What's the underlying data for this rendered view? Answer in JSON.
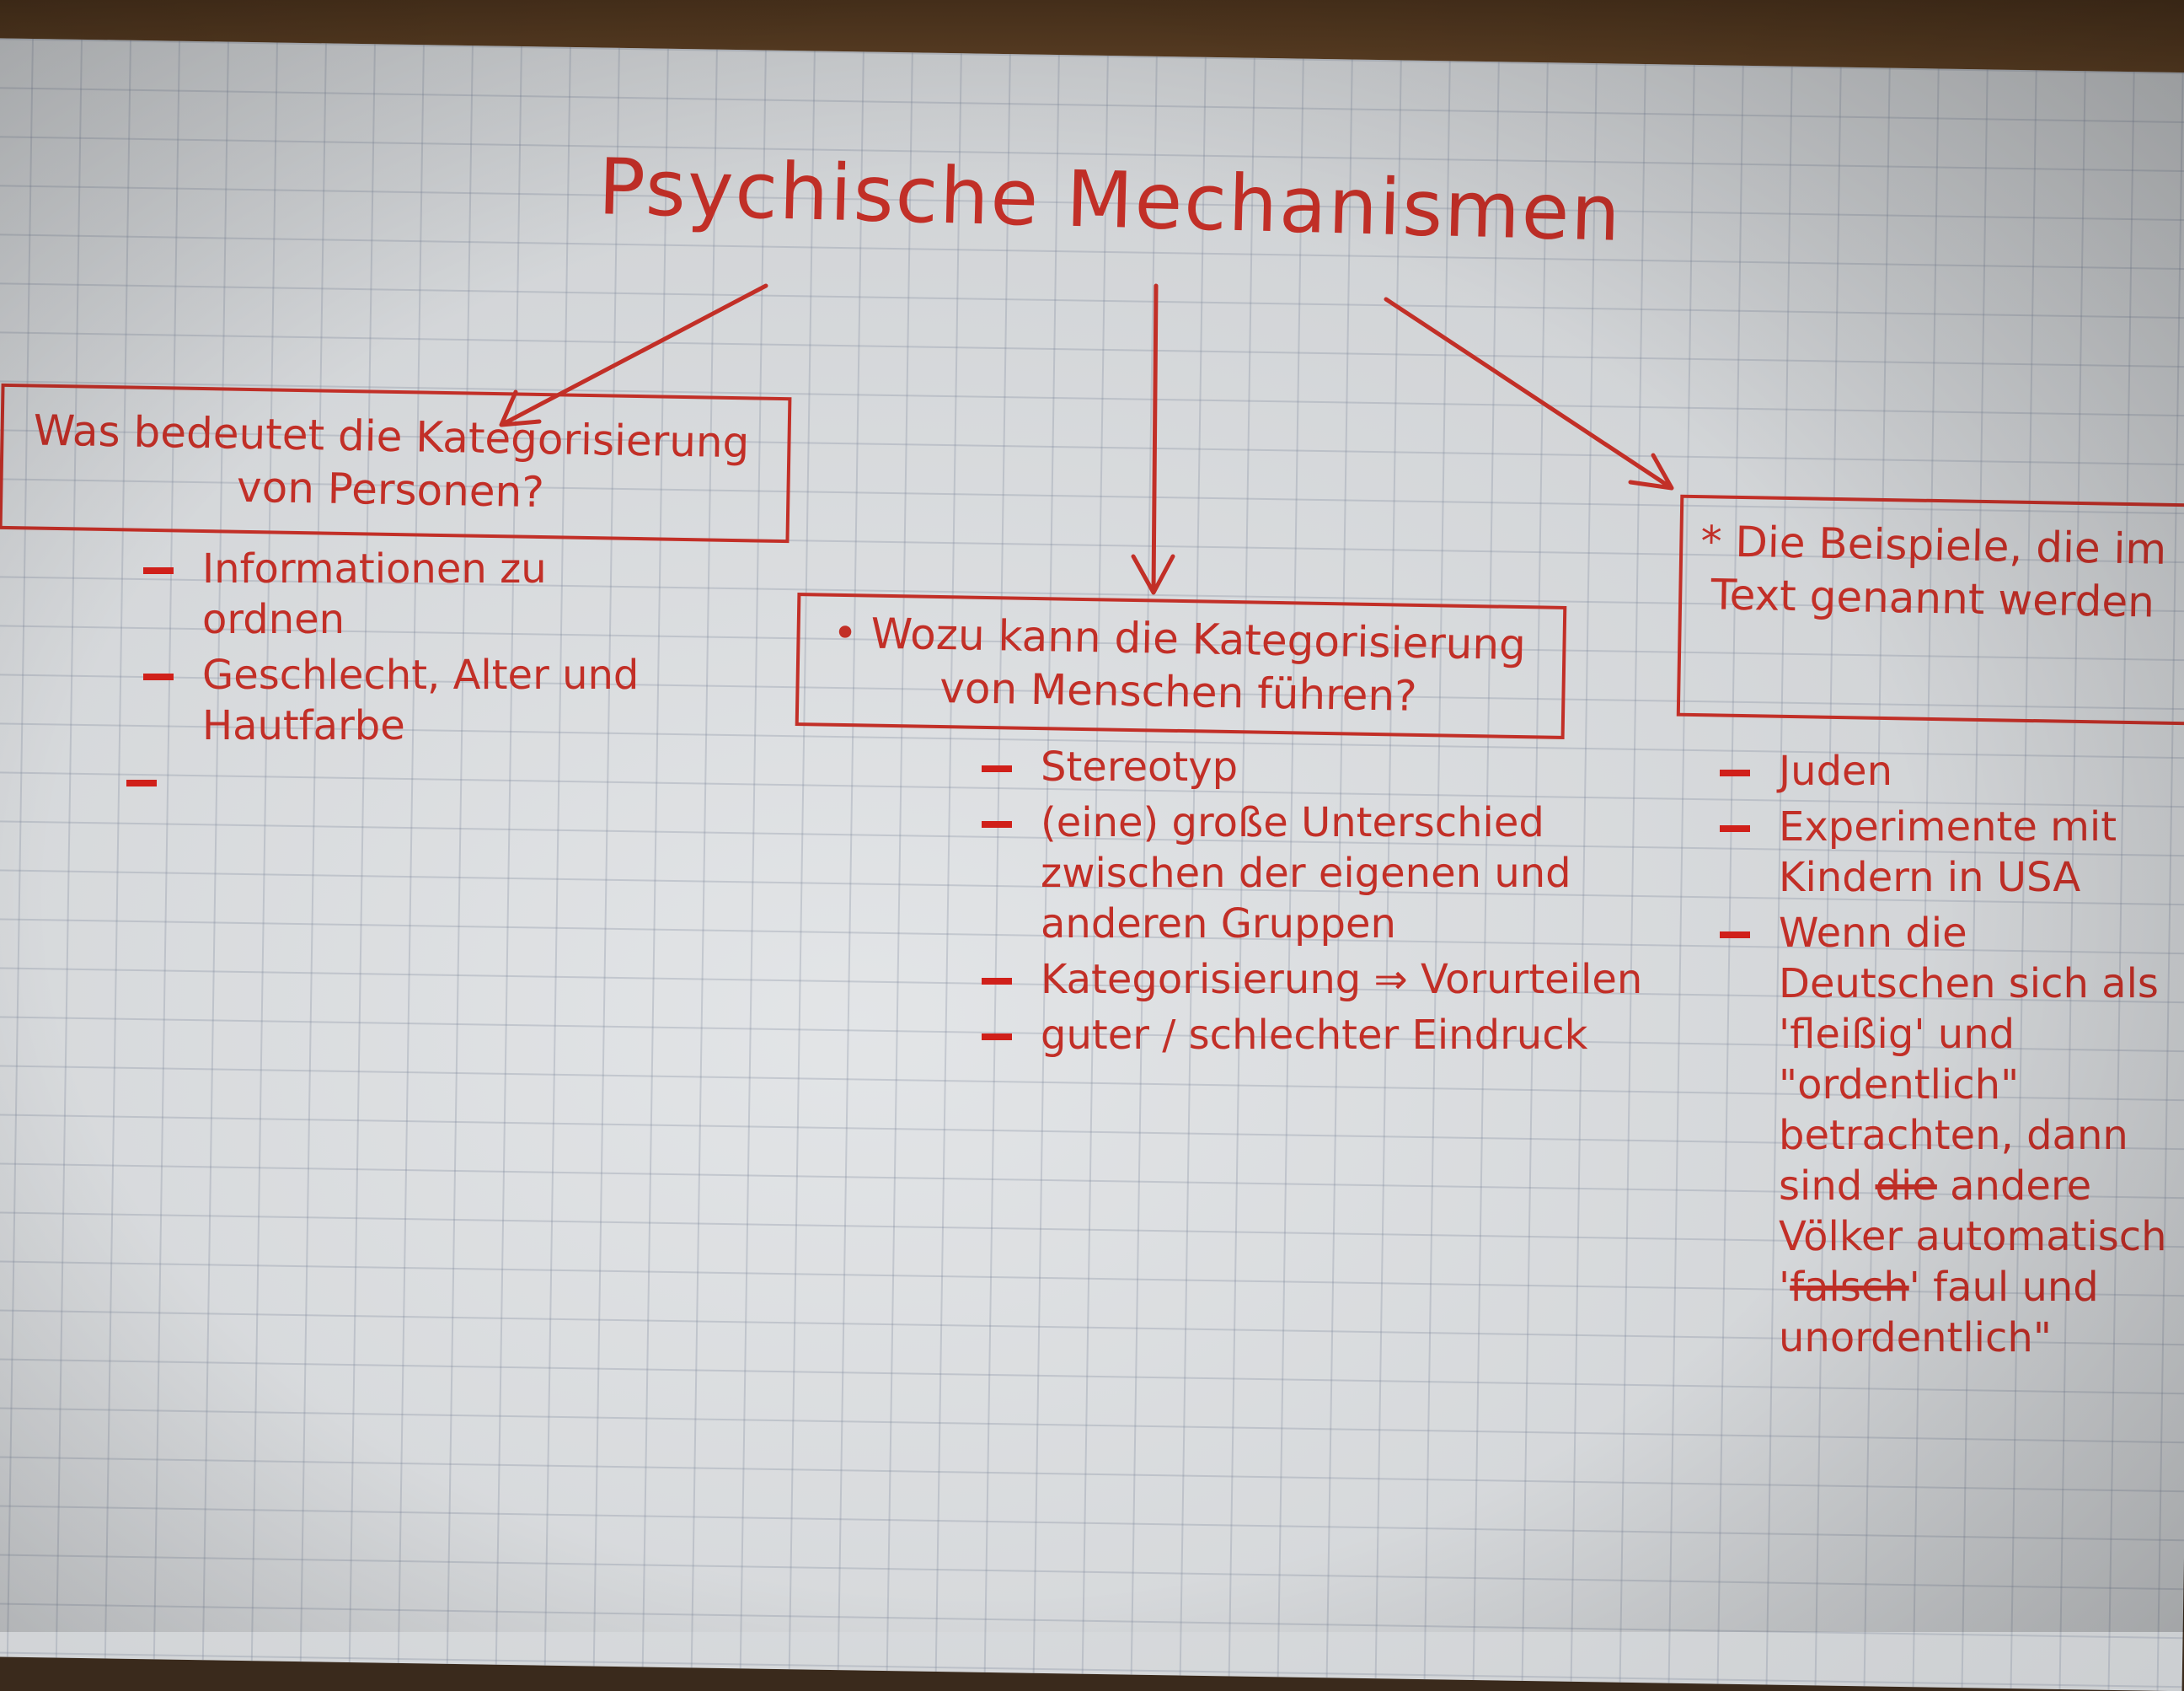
{
  "title": "Psychische Mechanismen",
  "colors": {
    "ink": "#c22f27",
    "paper": "#d9dcdf"
  },
  "left": {
    "question": "Was bedeutet die Kategorisierung von Personen?",
    "items": [
      "Informationen zu ordnen",
      "Geschlecht, Alter und Hautfarbe",
      ""
    ]
  },
  "center": {
    "question": "• Wozu kann die Kategorisierung von Menschen führen?",
    "items": [
      "Stereotyp",
      "(eine) große Unterschied zwischen der eigenen und anderen Gruppen",
      "Kategorisierung ⇒ Vorurteilen",
      "guter / schlechter Eindruck"
    ]
  },
  "right": {
    "question": "* Die Beispiele, die im Text genannt werden",
    "items": [
      "Juden",
      "Experimente mit Kindern in USA"
    ],
    "last_item": {
      "part1": "Wenn die Deutschen sich als 'fleißig' und \"ordentlich\" betrachten, dann sind",
      "struck1": "die",
      "part2": "andere Völker automatisch '",
      "struck2": "falsch",
      "part3": "' faul und unordentlich\""
    }
  }
}
